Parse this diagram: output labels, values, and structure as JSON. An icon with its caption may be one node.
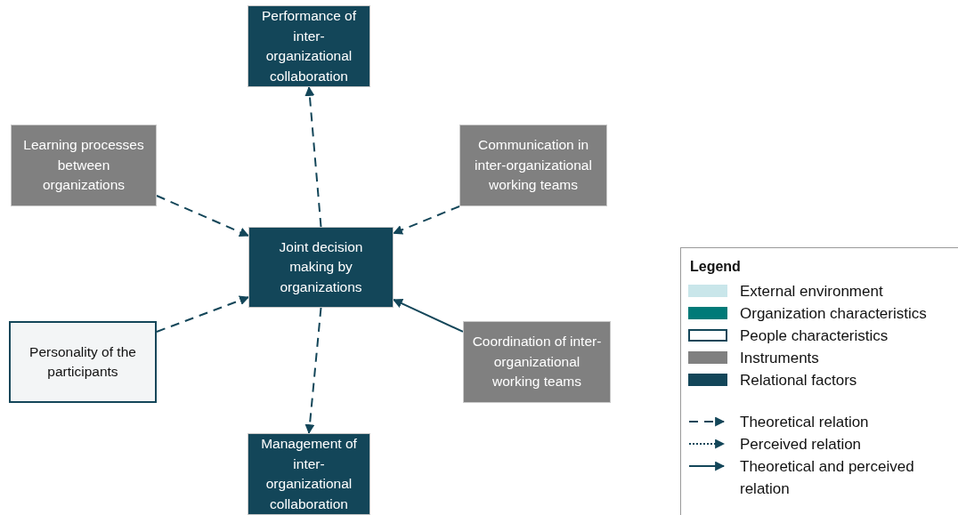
{
  "diagram": {
    "nodes": [
      {
        "text": [
          "Performance of inter-organizational collaboration"
        ]
      },
      {
        "text": [
          "Learning processes between organizations"
        ]
      },
      {
        "text": [
          "Communication in inter-organizational working teams"
        ]
      },
      {
        "text": [
          "Joint decision making by organizations"
        ]
      },
      {
        "text": [
          "Personality of the participants"
        ]
      },
      {
        "text": [
          "Coordination of inter-organizational working teams"
        ]
      },
      {
        "text": [
          "Management of inter-organizational collaboration"
        ]
      }
    ],
    "edges": [
      {
        "from": 3,
        "to": 0,
        "arrow": "to",
        "style": "dashed"
      },
      {
        "from": 1,
        "to": 3,
        "arrow": "to",
        "style": "dashed"
      },
      {
        "from": 2,
        "to": 3,
        "arrow": "to",
        "style": "dashed"
      },
      {
        "from": 4,
        "to": 3,
        "arrow": "to",
        "style": "dashed"
      },
      {
        "from": 5,
        "to": 3,
        "arrow": "to"
      },
      {
        "from": 3,
        "to": 6,
        "arrow": "to",
        "style": "dashed"
      }
    ],
    "labels": [
      "Legend"
    ],
    "legend": [
      {
        "text": "External environment",
        "color": "#c9e6ea"
      },
      {
        "text": "Organization characteristics",
        "color": "#007a78"
      },
      {
        "text": "People characteristics",
        "color": "#ffffff"
      },
      {
        "text": "Instruments",
        "color": "#808080"
      },
      {
        "text": "Relational factors",
        "color": "#134659"
      },
      {
        "text": "Theoretical relation"
      },
      {
        "text": "Perceived relation"
      },
      {
        "text": "Theoretical and perceived relation"
      }
    ]
  }
}
